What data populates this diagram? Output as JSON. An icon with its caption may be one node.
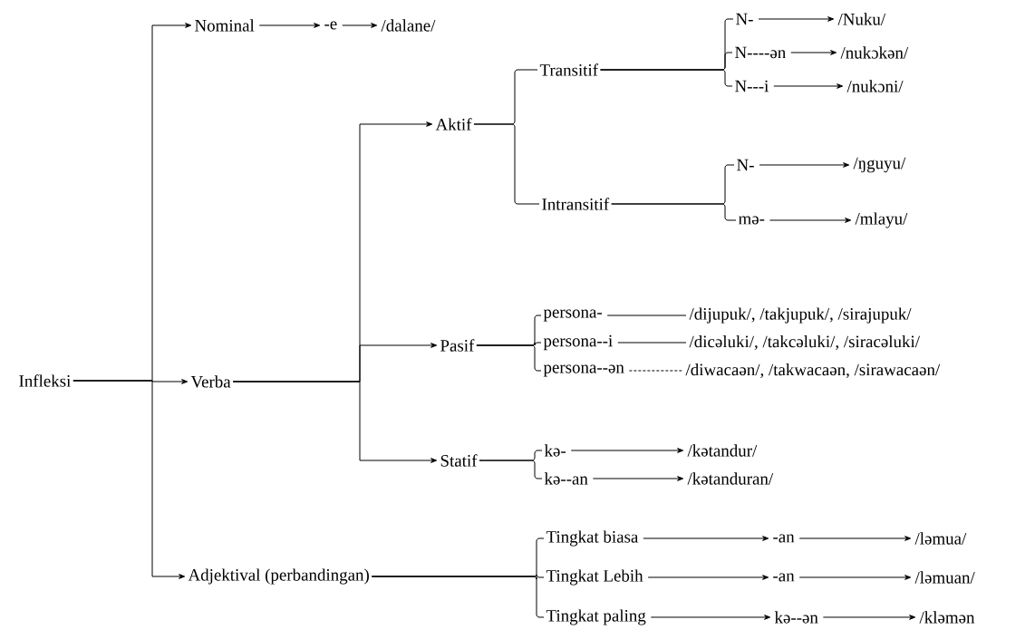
{
  "diagram": {
    "nodes": [
      {
        "text": [
          "Infleksi"
        ]
      },
      {
        "text": [
          "Nominal"
        ]
      },
      {
        "text": [
          "-e"
        ]
      },
      {
        "text": [
          "/dalane/"
        ]
      },
      {
        "text": [
          "Verba"
        ]
      },
      {
        "text": [
          "Aktif"
        ]
      },
      {
        "text": [
          "Transitif"
        ]
      },
      {
        "text": [
          "N-"
        ]
      },
      {
        "text": [
          "/Nuku/"
        ]
      },
      {
        "text": [
          "N----ən"
        ]
      },
      {
        "text": [
          "/nukɔkən/"
        ]
      },
      {
        "text": [
          "N---i"
        ]
      },
      {
        "text": [
          "/nukɔni/"
        ]
      },
      {
        "text": [
          "Intransitif"
        ]
      },
      {
        "text": [
          "N-"
        ]
      },
      {
        "text": [
          "/ŋguyu/"
        ]
      },
      {
        "text": [
          "mə-"
        ]
      },
      {
        "text": [
          "/mlayu/"
        ]
      },
      {
        "text": [
          "Pasif"
        ]
      },
      {
        "text": [
          "persona-"
        ]
      },
      {
        "text": [
          "/dijupuk/, /takjupuk/, /sirajupuk/"
        ]
      },
      {
        "text": [
          "persona--i"
        ]
      },
      {
        "text": [
          "/dicəluki/, /takcəluki/, /siracəluki/"
        ]
      },
      {
        "text": [
          "persona--ən"
        ]
      },
      {
        "text": [
          "/diwacaən/, /takwacaən, /sirawacaən/"
        ]
      },
      {
        "text": [
          "Statif"
        ]
      },
      {
        "text": [
          "kə-"
        ]
      },
      {
        "text": [
          "/kətandur/"
        ]
      },
      {
        "text": [
          "kə--an"
        ]
      },
      {
        "text": [
          "/kətanduran/"
        ]
      },
      {
        "text": [
          "Adjektival (perbandingan)"
        ]
      },
      {
        "text": [
          "Tingkat biasa"
        ]
      },
      {
        "text": [
          "-an"
        ]
      },
      {
        "text": [
          "/ləmua/"
        ]
      },
      {
        "text": [
          "Tingkat Lebih"
        ]
      },
      {
        "text": [
          "-an"
        ]
      },
      {
        "text": [
          "/ləmuan/"
        ]
      },
      {
        "text": [
          "Tingkat paling"
        ]
      },
      {
        "text": [
          "kə--ən"
        ]
      },
      {
        "text": [
          "/kləmən"
        ]
      }
    ],
    "edges": [
      {
        "from": 0,
        "to": 1,
        "arrow": "to"
      },
      {
        "from": 0,
        "to": 4,
        "arrow": "to"
      },
      {
        "from": 0,
        "to": 30,
        "arrow": "to"
      },
      {
        "from": 1,
        "to": 2,
        "arrow": "to"
      },
      {
        "from": 2,
        "to": 3,
        "arrow": "to"
      },
      {
        "from": 4,
        "to": 5,
        "arrow": "to"
      },
      {
        "from": 4,
        "to": 18,
        "arrow": "to"
      },
      {
        "from": 4,
        "to": 25,
        "arrow": "to"
      },
      {
        "from": 5,
        "to": 6,
        "arrow": "none"
      },
      {
        "from": 5,
        "to": 13,
        "arrow": "none"
      },
      {
        "from": 6,
        "to": 7,
        "arrow": "none"
      },
      {
        "from": 6,
        "to": 9,
        "arrow": "none"
      },
      {
        "from": 6,
        "to": 11,
        "arrow": "none"
      },
      {
        "from": 7,
        "to": 8,
        "arrow": "to"
      },
      {
        "from": 9,
        "to": 10,
        "arrow": "to"
      },
      {
        "from": 11,
        "to": 12,
        "arrow": "to"
      },
      {
        "from": 13,
        "to": 14,
        "arrow": "none"
      },
      {
        "from": 13,
        "to": 16,
        "arrow": "none"
      },
      {
        "from": 14,
        "to": 15,
        "arrow": "to"
      },
      {
        "from": 16,
        "to": 17,
        "arrow": "to"
      },
      {
        "from": 18,
        "to": 19,
        "arrow": "none"
      },
      {
        "from": 18,
        "to": 21,
        "arrow": "none"
      },
      {
        "from": 18,
        "to": 23,
        "arrow": "none"
      },
      {
        "from": 19,
        "to": 20,
        "arrow": "none"
      },
      {
        "from": 21,
        "to": 22,
        "arrow": "none"
      },
      {
        "from": 23,
        "to": 24,
        "arrow": "none",
        "style": "dashed"
      },
      {
        "from": 25,
        "to": 26,
        "arrow": "none"
      },
      {
        "from": 25,
        "to": 28,
        "arrow": "none"
      },
      {
        "from": 26,
        "to": 27,
        "arrow": "to"
      },
      {
        "from": 28,
        "to": 29,
        "arrow": "to"
      },
      {
        "from": 30,
        "to": 31,
        "arrow": "none"
      },
      {
        "from": 30,
        "to": 34,
        "arrow": "none"
      },
      {
        "from": 30,
        "to": 37,
        "arrow": "none"
      },
      {
        "from": 31,
        "to": 32,
        "arrow": "to"
      },
      {
        "from": 32,
        "to": 33,
        "arrow": "to"
      },
      {
        "from": 34,
        "to": 35,
        "arrow": "to"
      },
      {
        "from": 35,
        "to": 36,
        "arrow": "to"
      },
      {
        "from": 37,
        "to": 38,
        "arrow": "to"
      },
      {
        "from": 38,
        "to": 39,
        "arrow": "to"
      }
    ]
  }
}
